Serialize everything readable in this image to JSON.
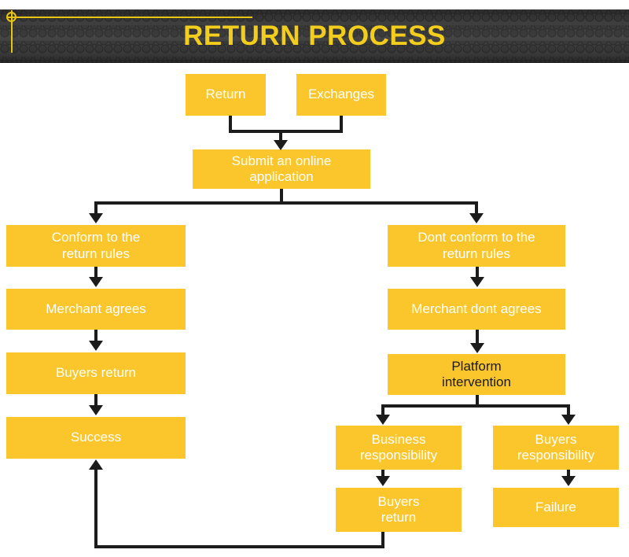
{
  "header": {
    "title": "RETURN PROCESS",
    "title_color": "#f2cd1d",
    "background_color": "#3a3a3a",
    "accent_color": "#e8c514"
  },
  "theme": {
    "node_fill": "#fac62c",
    "node_text": "#ffffff",
    "node_text_alt": "#1a1a1a",
    "connector_color": "#1c1c1c",
    "page_background": "#ffffff"
  },
  "flowchart": {
    "type": "flowchart",
    "nodes": [
      {
        "id": "return",
        "label": "Return",
        "text_color": "white"
      },
      {
        "id": "exchanges",
        "label": "Exchanges",
        "text_color": "white"
      },
      {
        "id": "submit",
        "label": "Submit an online\napplication",
        "text_color": "white"
      },
      {
        "id": "conform",
        "label": "Conform to the\nreturn rules",
        "text_color": "white"
      },
      {
        "id": "dont-conform",
        "label": "Dont conform to the\nreturn rules",
        "text_color": "white"
      },
      {
        "id": "merchant-agrees",
        "label": "Merchant agrees",
        "text_color": "white"
      },
      {
        "id": "merchant-dont-agrees",
        "label": "Merchant dont agrees",
        "text_color": "white"
      },
      {
        "id": "buyers-return-left",
        "label": "Buyers return",
        "text_color": "white"
      },
      {
        "id": "platform-intervention",
        "label": "Platform\nintervention",
        "text_color": "black"
      },
      {
        "id": "success",
        "label": "Success",
        "text_color": "white"
      },
      {
        "id": "business-responsibility",
        "label": "Business\nresponsibility",
        "text_color": "white"
      },
      {
        "id": "buyers-responsibility",
        "label": "Buyers\nresponsibility",
        "text_color": "white"
      },
      {
        "id": "buyers-return-right",
        "label": "Buyers\nreturn",
        "text_color": "white"
      },
      {
        "id": "failure",
        "label": "Failure",
        "text_color": "white"
      }
    ],
    "edges": [
      {
        "from": "return",
        "to": "submit"
      },
      {
        "from": "exchanges",
        "to": "submit"
      },
      {
        "from": "submit",
        "to": "conform"
      },
      {
        "from": "submit",
        "to": "dont-conform"
      },
      {
        "from": "conform",
        "to": "merchant-agrees"
      },
      {
        "from": "merchant-agrees",
        "to": "buyers-return-left"
      },
      {
        "from": "buyers-return-left",
        "to": "success"
      },
      {
        "from": "dont-conform",
        "to": "merchant-dont-agrees"
      },
      {
        "from": "merchant-dont-agrees",
        "to": "platform-intervention"
      },
      {
        "from": "platform-intervention",
        "to": "business-responsibility"
      },
      {
        "from": "platform-intervention",
        "to": "buyers-responsibility"
      },
      {
        "from": "business-responsibility",
        "to": "buyers-return-right"
      },
      {
        "from": "buyers-responsibility",
        "to": "failure"
      },
      {
        "from": "buyers-return-right",
        "to": "success"
      }
    ]
  }
}
